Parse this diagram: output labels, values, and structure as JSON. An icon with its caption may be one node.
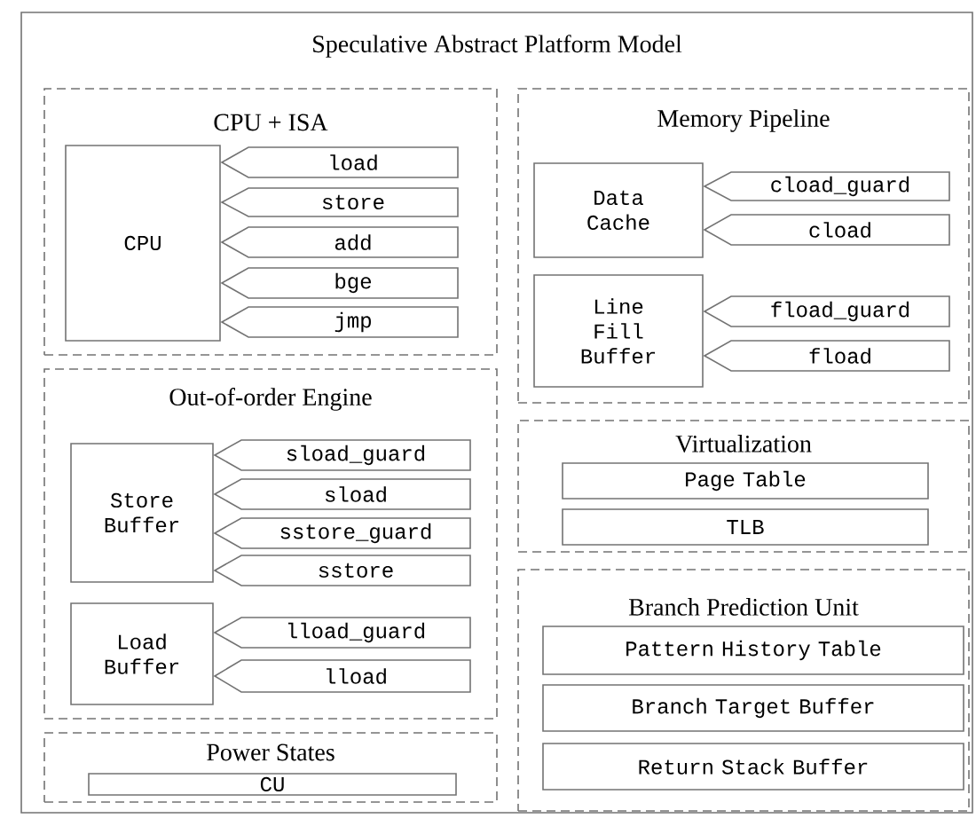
{
  "diagram": {
    "nodes": [
      {
        "text": [
          "Speculative Abstract Platform Model"
        ]
      },
      {
        "text": [
          "CPU + ISA"
        ],
        "in": 0
      },
      {
        "text": [
          "CPU"
        ],
        "in": 1
      },
      {
        "text": [
          "load"
        ],
        "in": 1
      },
      {
        "text": [
          "store"
        ],
        "in": 1
      },
      {
        "text": [
          "add"
        ],
        "in": 1
      },
      {
        "text": [
          "bge"
        ],
        "in": 1
      },
      {
        "text": [
          "jmp"
        ],
        "in": 1
      },
      {
        "text": [
          "Out-of-order Engine"
        ],
        "in": 0
      },
      {
        "text": [
          "Store Buffer"
        ],
        "in": 8
      },
      {
        "text": [
          "sload_guard"
        ],
        "in": 8
      },
      {
        "text": [
          "sload"
        ],
        "in": 8
      },
      {
        "text": [
          "sstore_guard"
        ],
        "in": 8
      },
      {
        "text": [
          "sstore"
        ],
        "in": 8
      },
      {
        "text": [
          "Load Buffer"
        ],
        "in": 8
      },
      {
        "text": [
          "lload_guard"
        ],
        "in": 8
      },
      {
        "text": [
          "lload"
        ],
        "in": 8
      },
      {
        "text": [
          "Power States"
        ],
        "in": 0
      },
      {
        "text": [
          "CU"
        ],
        "in": 17
      },
      {
        "text": [
          "Memory Pipeline"
        ],
        "in": 0
      },
      {
        "text": [
          "Data Cache"
        ],
        "in": 19
      },
      {
        "text": [
          "cload_guard"
        ],
        "in": 19
      },
      {
        "text": [
          "cload"
        ],
        "in": 19
      },
      {
        "text": [
          "Line Fill Buffer"
        ],
        "in": 19
      },
      {
        "text": [
          "fload_guard"
        ],
        "in": 19
      },
      {
        "text": [
          "fload"
        ],
        "in": 19
      },
      {
        "text": [
          "Virtualization"
        ],
        "in": 0
      },
      {
        "text": [
          "Page Table"
        ],
        "in": 26
      },
      {
        "text": [
          "TLB"
        ],
        "in": 26
      },
      {
        "text": [
          "Branch Prediction Unit"
        ],
        "in": 0
      },
      {
        "text": [
          "Pattern History Table"
        ],
        "in": 29
      },
      {
        "text": [
          "Branch Target Buffer"
        ],
        "in": 29
      },
      {
        "text": [
          "Return Stack Buffer"
        ],
        "in": 29
      }
    ]
  }
}
